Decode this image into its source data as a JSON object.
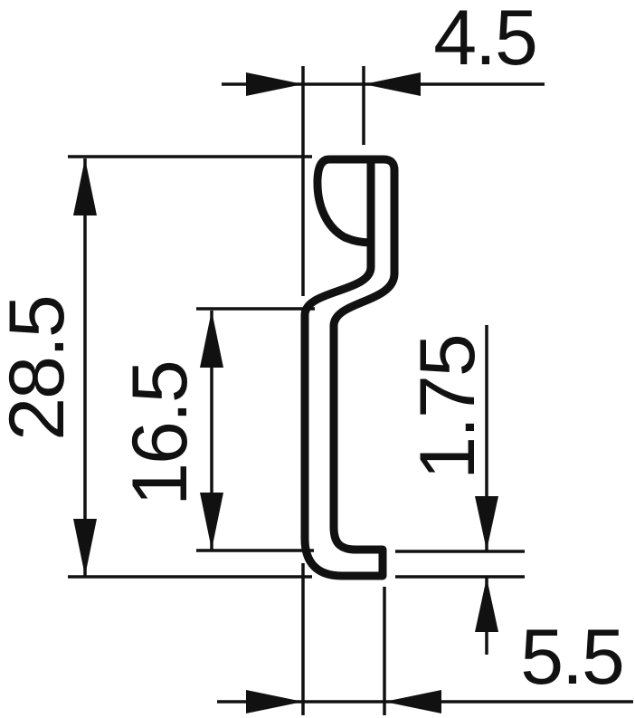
{
  "drawing": {
    "type": "technical-dimension-drawing",
    "subject": "rail-profile-cross-section",
    "background_color": "#ffffff",
    "line_color": "#111111",
    "dimensions": {
      "top_width": "4.5",
      "overall_height": "28.5",
      "inner_height": "16.5",
      "foot_thickness": "1.75",
      "bottom_width": "5.5"
    }
  }
}
